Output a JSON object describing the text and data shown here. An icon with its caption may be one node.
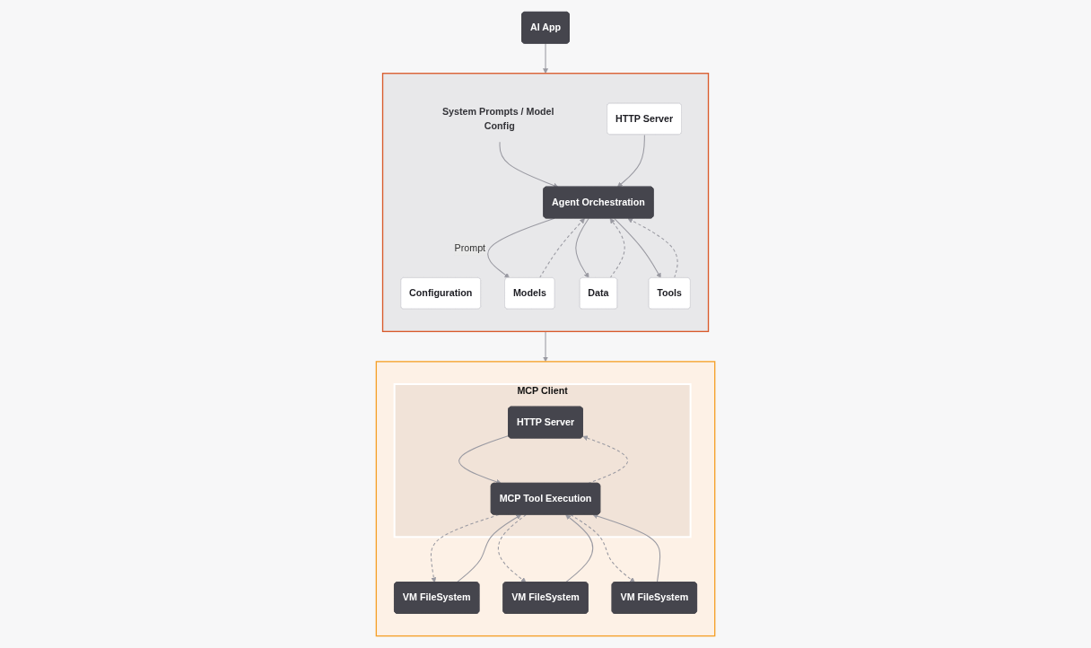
{
  "diagram": {
    "nodes": [
      {
        "text": [
          "AI App"
        ]
      },
      {
        "text": [],
        "shape": "box"
      },
      {
        "text": [
          "Configuration"
        ],
        "in": 1
      },
      {
        "text": [
          "HTTP Server"
        ],
        "in": 1
      },
      {
        "text": [
          "System Prompts / Model Config"
        ],
        "in": 1
      },
      {
        "text": [
          "Agent Orchestration"
        ],
        "in": 1
      },
      {
        "text": [
          "Models"
        ],
        "in": 1
      },
      {
        "text": [
          "Data"
        ],
        "in": 1
      },
      {
        "text": [
          "Tools"
        ],
        "in": 1
      },
      {
        "text": [],
        "shape": "box"
      },
      {
        "text": [
          "MCP Client"
        ],
        "in": 9
      },
      {
        "text": [
          "HTTP Server"
        ],
        "in": 10
      },
      {
        "text": [
          "MCP Tool Execution"
        ],
        "in": 10
      },
      {
        "text": [
          "VM FileSystem"
        ],
        "in": 9
      },
      {
        "text": [
          "VM FileSystem"
        ],
        "in": 9
      },
      {
        "text": [
          "VM FileSystem"
        ],
        "in": 9
      }
    ],
    "edges": [
      {
        "from": 0,
        "to": 1,
        "arrow": "to"
      },
      {
        "from": 1,
        "to": 9,
        "arrow": "to"
      },
      {
        "from": 4,
        "to": 5,
        "arrow": "to"
      },
      {
        "from": 3,
        "to": 5,
        "arrow": "to"
      },
      {
        "from": 5,
        "to": 6,
        "arrow": "to",
        "label": "Prompt"
      },
      {
        "from": 6,
        "to": 5,
        "arrow": "to",
        "style": "dashed"
      },
      {
        "from": 5,
        "to": 7,
        "arrow": "to"
      },
      {
        "from": 7,
        "to": 5,
        "arrow": "to",
        "style": "dashed"
      },
      {
        "from": 5,
        "to": 8,
        "arrow": "to"
      },
      {
        "from": 8,
        "to": 5,
        "arrow": "to",
        "style": "dashed"
      },
      {
        "from": 11,
        "to": 12,
        "arrow": "to"
      },
      {
        "from": 12,
        "to": 11,
        "arrow": "to",
        "style": "dashed"
      },
      {
        "from": 13,
        "to": 12,
        "arrow": "to"
      },
      {
        "from": 12,
        "to": 13,
        "arrow": "to",
        "style": "dashed"
      },
      {
        "from": 14,
        "to": 12,
        "arrow": "to"
      },
      {
        "from": 12,
        "to": 14,
        "arrow": "to",
        "style": "dashed"
      },
      {
        "from": 15,
        "to": 12,
        "arrow": "to"
      },
      {
        "from": 12,
        "to": 15,
        "arrow": "to",
        "style": "dashed"
      }
    ]
  }
}
